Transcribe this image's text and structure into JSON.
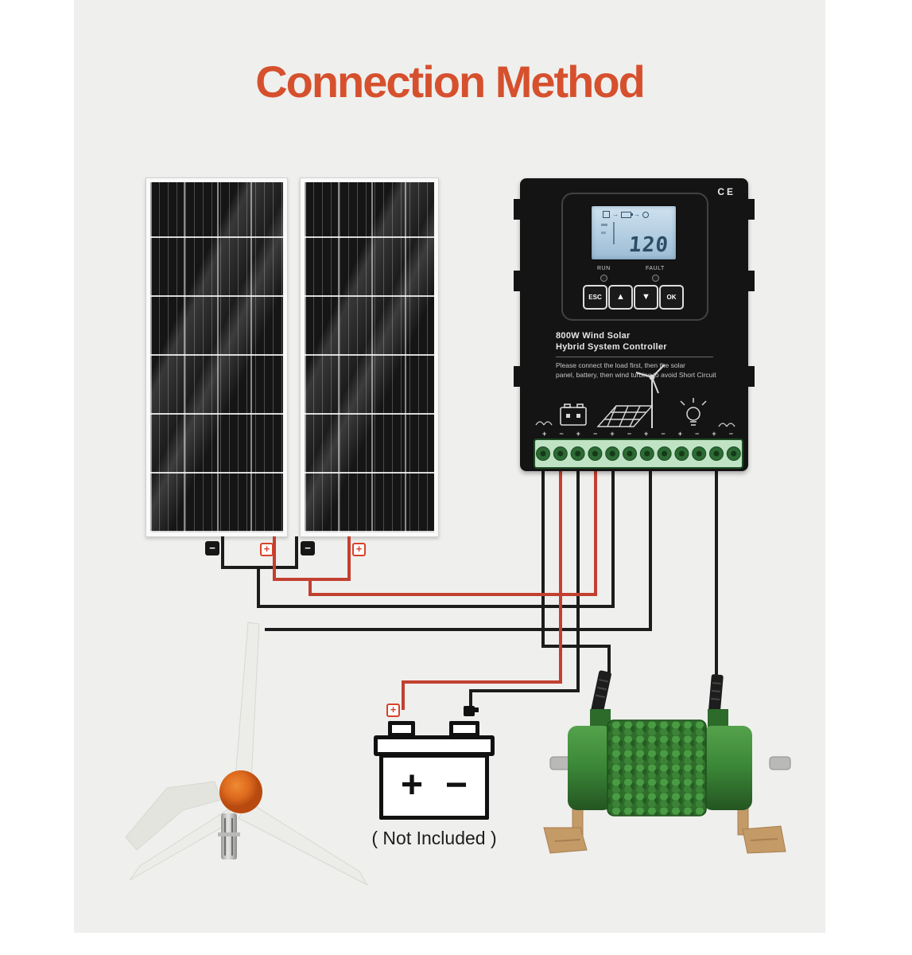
{
  "title": "Connection Method",
  "controller": {
    "ce_mark": "CE",
    "lcd": {
      "value": "120"
    },
    "led_labels": [
      "RUN",
      "FAULT"
    ],
    "buttons": [
      "ESC",
      "▲",
      "▼",
      "OK"
    ],
    "name_line1": "800W Wind Solar",
    "name_line2": "Hybrid System Controller",
    "note_line1": "Please connect the load first, then the solar",
    "note_line2": "panel, battery, then wind turbine to avoid Short Circuit",
    "terminal_marks": "+ − + − + − + − + − + −",
    "icons": [
      "battery-icon",
      "solar-panel-icon",
      "wind-turbine-icon",
      "bulb-load-icon"
    ]
  },
  "solar_panels": {
    "panel1_minus": "−",
    "panel1_plus": "+",
    "panel2_minus": "−",
    "panel2_plus": "+"
  },
  "battery": {
    "terminal_marker": "+",
    "plus_symbol": "+",
    "minus_symbol": "−",
    "caption": "( Not Included )"
  },
  "colors": {
    "title": "#d6502e",
    "wire_black": "#1c1c1c",
    "wire_red": "#c24030",
    "dump_load_green": "#3c8a39",
    "bracket_copper": "#c49a67",
    "hub_orange": "#dd6a1e"
  }
}
